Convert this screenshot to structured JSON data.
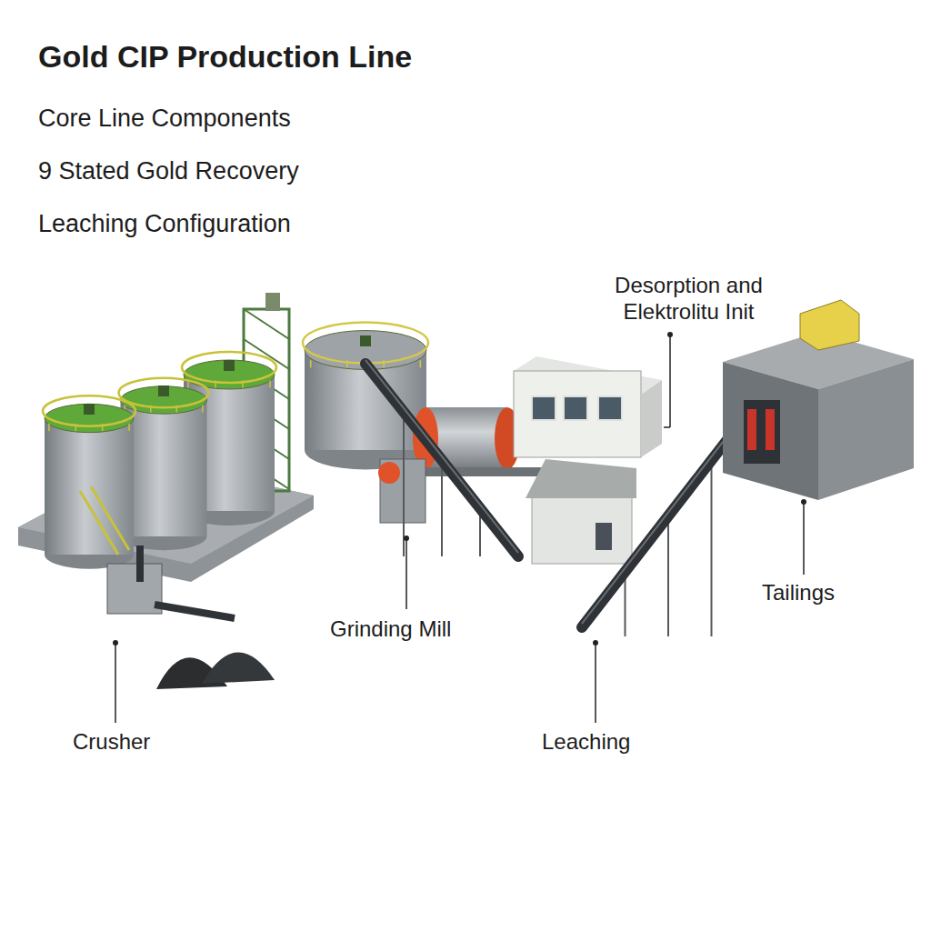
{
  "diagram": {
    "title": "Gold CIP Production Line",
    "labels": [
      "Core Line Components",
      "9 Stated Gold Recovery",
      "Leaching Configuration",
      "Desorption and Elektrolitu Init",
      "Grinding Mill",
      "Tailings",
      "Crusher",
      "Leaching"
    ]
  }
}
